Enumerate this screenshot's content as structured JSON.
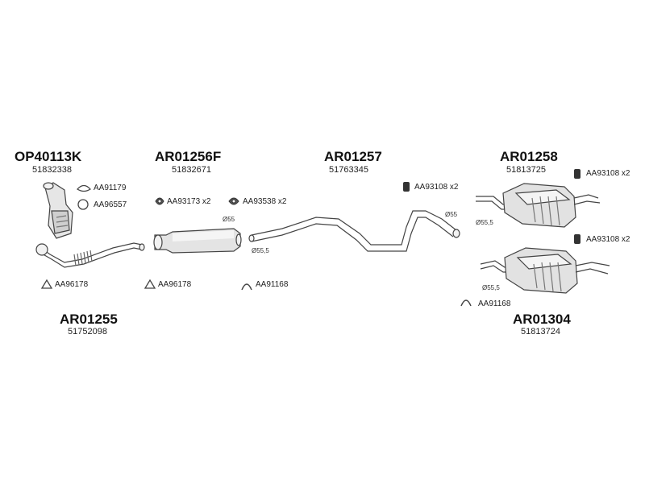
{
  "groups": [
    {
      "code": "OP40113K",
      "number": "51832338"
    },
    {
      "code": "AR01256F",
      "number": "51832671"
    },
    {
      "code": "AR01257",
      "number": "51763345"
    },
    {
      "code": "AR01258",
      "number": "51813725"
    },
    {
      "code": "AR01255",
      "number": "51752098"
    },
    {
      "code": "AR01304",
      "number": "51813724"
    }
  ],
  "accessories": {
    "aa91179": "AA91179",
    "aa96557": "AA96557",
    "aa93173": "AA93173 x2",
    "aa93538": "AA93538 x2",
    "aa93108_mid": "AA93108 x2",
    "aa93108_top": "AA93108 x2",
    "aa93108_low": "AA93108 x2",
    "aa96178_a": "AA96178",
    "aa96178_b": "AA96178",
    "aa91168_a": "AA91168",
    "aa91168_b": "AA91168"
  },
  "dimensions": {
    "d55_front": "Ø55",
    "d555_front": "Ø55,5",
    "d55_mid": "Ø55",
    "d555_rear_top": "Ø55,5",
    "d555_rear_low": "Ø55,5"
  }
}
